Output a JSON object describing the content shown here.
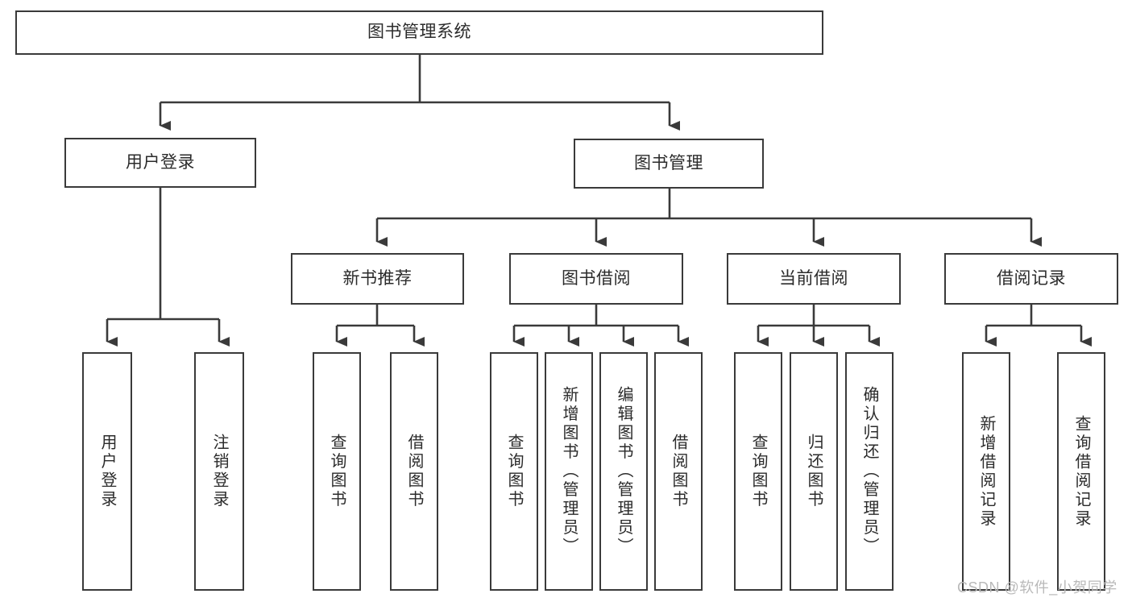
{
  "diagram": {
    "title": "图书管理系统",
    "type": "hierarchy-tree",
    "colors": {
      "stroke": "#3a3a3a",
      "fill": "#ffffff",
      "text": "#2b2b2b",
      "watermark": "#b9b9b9"
    },
    "levels": {
      "root": {
        "label": "图书管理系统"
      },
      "level1": [
        {
          "label": "用户登录"
        },
        {
          "label": "图书管理"
        }
      ],
      "level2": [
        {
          "label": "新书推荐"
        },
        {
          "label": "图书借阅"
        },
        {
          "label": "当前借阅"
        },
        {
          "label": "借阅记录"
        }
      ],
      "leaves": [
        {
          "label": "用户登录",
          "parent": "用户登录"
        },
        {
          "label": "注销登录",
          "parent": "用户登录"
        },
        {
          "label": "查询图书",
          "parent": "新书推荐"
        },
        {
          "label": "借阅图书",
          "parent": "新书推荐"
        },
        {
          "label": "查询图书",
          "parent": "图书借阅"
        },
        {
          "label": "新增图书（管理员）",
          "parent": "图书借阅"
        },
        {
          "label": "编辑图书（管理员）",
          "parent": "图书借阅"
        },
        {
          "label": "借阅图书",
          "parent": "图书借阅"
        },
        {
          "label": "查询图书",
          "parent": "当前借阅"
        },
        {
          "label": "归还图书",
          "parent": "当前借阅"
        },
        {
          "label": "确认归还（管理员）",
          "parent": "当前借阅"
        },
        {
          "label": "新增借阅记录",
          "parent": "借阅记录"
        },
        {
          "label": "查询借阅记录",
          "parent": "借阅记录"
        }
      ]
    },
    "watermark": "CSDN @软件_小贺同学"
  }
}
